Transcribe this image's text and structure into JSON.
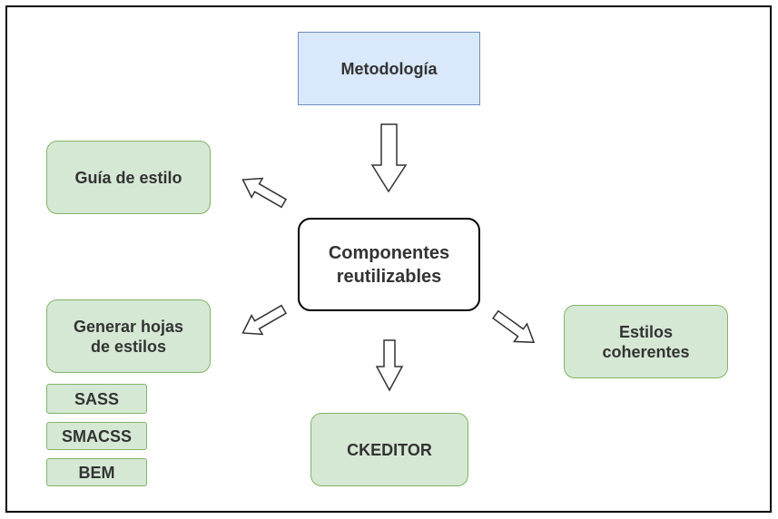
{
  "nodes": {
    "methodology": "Metodología",
    "core": "Componentes\nreutilizables",
    "style_guide": "Guía de estilo",
    "generate_sheets": "Generar hojas\nde estilos",
    "coherent_styles": "Estilos\ncoherentes",
    "ckeditor": "CKEDITOR",
    "sub_items": [
      "SASS",
      "SMACSS",
      "BEM"
    ]
  },
  "colors": {
    "blue_fill": "#dae8fc",
    "blue_stroke": "#6c8ebf",
    "green_fill": "#d5e8d4",
    "green_stroke": "#82b366",
    "text": "#333333"
  }
}
